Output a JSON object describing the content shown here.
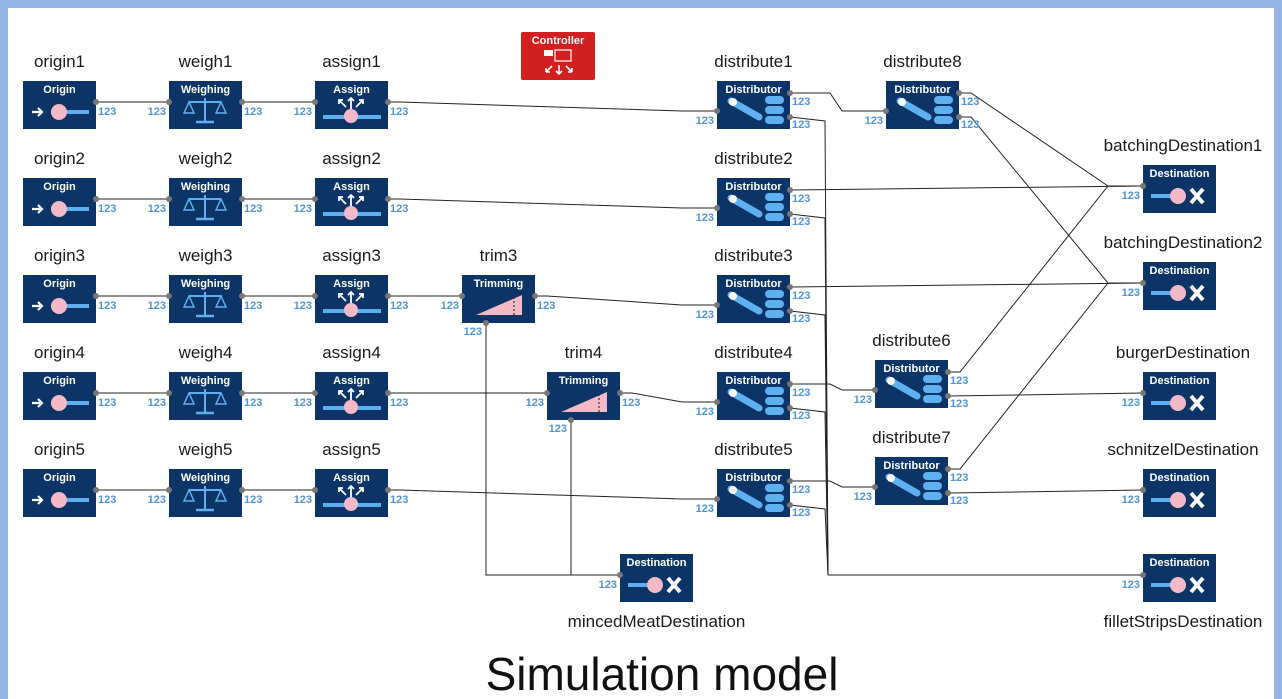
{
  "title": "Simulation model",
  "port_text": "123",
  "controller": {
    "name": "Controller"
  },
  "colors": {
    "block": "#0d3466",
    "accent": "#5fb0f0",
    "pink": "#f4b8c6",
    "controller": "#d21f1f",
    "frame": "#94b6e6"
  },
  "block_types": {
    "origin": "Origin",
    "weigh": "Weighing",
    "assign": "Assign",
    "trim": "Trimming",
    "distributor": "Distributor",
    "destination": "Destination"
  },
  "blocks": [
    {
      "id": "origin1",
      "type": "origin",
      "name": "origin1"
    },
    {
      "id": "origin2",
      "type": "origin",
      "name": "origin2"
    },
    {
      "id": "origin3",
      "type": "origin",
      "name": "origin3"
    },
    {
      "id": "origin4",
      "type": "origin",
      "name": "origin4"
    },
    {
      "id": "origin5",
      "type": "origin",
      "name": "origin5"
    },
    {
      "id": "weigh1",
      "type": "weigh",
      "name": "weigh1"
    },
    {
      "id": "weigh2",
      "type": "weigh",
      "name": "weigh2"
    },
    {
      "id": "weigh3",
      "type": "weigh",
      "name": "weigh3"
    },
    {
      "id": "weigh4",
      "type": "weigh",
      "name": "weigh4"
    },
    {
      "id": "weigh5",
      "type": "weigh",
      "name": "weigh5"
    },
    {
      "id": "assign1",
      "type": "assign",
      "name": "assign1"
    },
    {
      "id": "assign2",
      "type": "assign",
      "name": "assign2"
    },
    {
      "id": "assign3",
      "type": "assign",
      "name": "assign3"
    },
    {
      "id": "assign4",
      "type": "assign",
      "name": "assign4"
    },
    {
      "id": "assign5",
      "type": "assign",
      "name": "assign5"
    },
    {
      "id": "trim3",
      "type": "trim",
      "name": "trim3"
    },
    {
      "id": "trim4",
      "type": "trim",
      "name": "trim4"
    },
    {
      "id": "distribute1",
      "type": "distributor",
      "name": "distribute1"
    },
    {
      "id": "distribute2",
      "type": "distributor",
      "name": "distribute2"
    },
    {
      "id": "distribute3",
      "type": "distributor",
      "name": "distribute3"
    },
    {
      "id": "distribute4",
      "type": "distributor",
      "name": "distribute4"
    },
    {
      "id": "distribute5",
      "type": "distributor",
      "name": "distribute5"
    },
    {
      "id": "distribute8",
      "type": "distributor",
      "name": "distribute8"
    },
    {
      "id": "distribute6",
      "type": "distributor",
      "name": "distribute6"
    },
    {
      "id": "distribute7",
      "type": "distributor",
      "name": "distribute7"
    },
    {
      "id": "batchingDestination1",
      "type": "destination",
      "name": "batchingDestination1"
    },
    {
      "id": "batchingDestination2",
      "type": "destination",
      "name": "batchingDestination2"
    },
    {
      "id": "burgerDestination",
      "type": "destination",
      "name": "burgerDestination"
    },
    {
      "id": "schnitzelDestination",
      "type": "destination",
      "name": "schnitzelDestination"
    },
    {
      "id": "filletStripsDestination",
      "type": "destination",
      "name": "filletStripsDestination"
    },
    {
      "id": "mincedMeatDestination",
      "type": "destination",
      "name": "mincedMeatDestination"
    }
  ],
  "connections": [
    [
      "origin1",
      "weigh1"
    ],
    [
      "weigh1",
      "assign1"
    ],
    [
      "assign1",
      "distribute1"
    ],
    [
      "origin2",
      "weigh2"
    ],
    [
      "weigh2",
      "assign2"
    ],
    [
      "assign2",
      "distribute2"
    ],
    [
      "origin3",
      "weigh3"
    ],
    [
      "weigh3",
      "assign3"
    ],
    [
      "assign3",
      "trim3"
    ],
    [
      "trim3",
      "distribute3"
    ],
    [
      "origin4",
      "weigh4"
    ],
    [
      "weigh4",
      "assign4"
    ],
    [
      "assign4",
      "trim4"
    ],
    [
      "trim4",
      "distribute4"
    ],
    [
      "origin5",
      "weigh5"
    ],
    [
      "weigh5",
      "assign5"
    ],
    [
      "assign5",
      "distribute5"
    ],
    [
      "distribute1",
      "distribute8"
    ],
    [
      "distribute8",
      "batchingDestination1"
    ],
    [
      "distribute8",
      "batchingDestination2"
    ],
    [
      "distribute2",
      "batchingDestination1"
    ],
    [
      "distribute3",
      "batchingDestination2"
    ],
    [
      "distribute4",
      "distribute6"
    ],
    [
      "distribute5",
      "distribute7"
    ],
    [
      "distribute6",
      "batchingDestination1"
    ],
    [
      "distribute6",
      "burgerDestination"
    ],
    [
      "distribute7",
      "batchingDestination2"
    ],
    [
      "distribute7",
      "schnitzelDestination"
    ],
    [
      "distribute1",
      "filletStripsDestination"
    ],
    [
      "distribute2",
      "filletStripsDestination"
    ],
    [
      "distribute3",
      "filletStripsDestination"
    ],
    [
      "distribute4",
      "filletStripsDestination"
    ],
    [
      "distribute5",
      "filletStripsDestination"
    ],
    [
      "trim3",
      "mincedMeatDestination"
    ],
    [
      "trim4",
      "mincedMeatDestination"
    ]
  ]
}
